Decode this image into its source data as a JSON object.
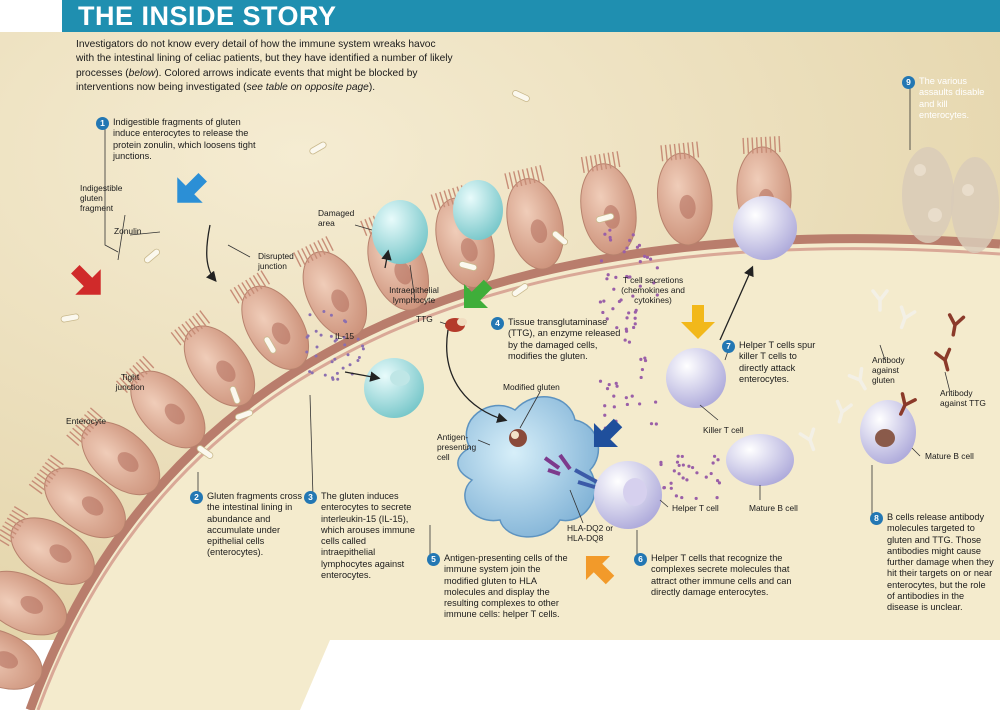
{
  "header": {
    "title": "THE INSIDE STORY",
    "intro_part1": "Investigators do not know every detail of how the immune system wreaks havoc with the intestinal lining of celiac patients, but they have identified a number of likely processes (",
    "intro_below": "below",
    "intro_part2": "). Colored arrows indicate events that might be blocked by interventions now being investigated (",
    "intro_link": "see table on opposite page",
    "intro_part3": ")."
  },
  "steps": [
    {
      "num": "1",
      "text": "Indigestible fragments of gluten induce enterocytes to release the protein zonulin, which loosens tight junctions."
    },
    {
      "num": "2",
      "text": "Gluten fragments cross the intestinal lining in abundance and accumulate under epithelial cells (enterocytes)."
    },
    {
      "num": "3",
      "text": "The gluten induces enterocytes to secrete interleukin-15 (IL-15), which arouses immune cells called intraepithelial lymphocytes against enterocytes."
    },
    {
      "num": "4",
      "text": "Tissue transglutaminase (TTG), an enzyme released by the damaged cells, modifies the gluten."
    },
    {
      "num": "5",
      "text": "Antigen-presenting cells of the immune system join the modified gluten to HLA molecules and display the resulting complexes to other immune cells: helper T cells."
    },
    {
      "num": "6",
      "text": "Helper T cells that recognize the complexes secrete molecules that attract other immune cells and can directly damage enterocytes."
    },
    {
      "num": "7",
      "text": "Helper T cells spur killer T cells to directly attack enterocytes."
    },
    {
      "num": "8",
      "text": "B cells release antibody molecules targeted to gluten and TTG. Those antibodies might cause further damage when they hit their targets on or near enterocytes, but the role of antibodies in the disease is unclear."
    },
    {
      "num": "9",
      "text": "The various assaults disable and kill enterocytes."
    }
  ],
  "labels": {
    "indigestible_fragment": "Indigestible gluten fragment",
    "zonulin": "Zonulin",
    "tight_junction": "Tight junction",
    "enterocyte": "Enterocyte",
    "disrupted_junction": "Disrupted junction",
    "damaged_area": "Damaged area",
    "intraepithelial_lymphocyte": "Intraepithelial lymphocyte",
    "il15": "IL-15",
    "ttg": "TTG",
    "t_cell_secretions": "T cell secretions (chemokines and cytokines)",
    "modified_gluten": "Modified gluten",
    "antigen_presenting_cell": "Antigen-presenting cell",
    "hla": "HLA-DQ2 or HLA-DQ8",
    "helper_t_cell": "Helper T cell",
    "killer_t_cell": "Killer T cell",
    "mature_b_cell_1": "Mature B cell",
    "mature_b_cell_2": "Mature B cell",
    "antibody_gluten": "Antibody against gluten",
    "antibody_ttg": "Antibody against TTG"
  },
  "colors": {
    "header": "#1f8fb0",
    "lumen": "#efe4c2",
    "tissue": "#f2e8c9",
    "enterocyte": "#dcae98",
    "basement": "#b97d6c",
    "arrow_blue": "#2b8fd6",
    "arrow_red": "#d02a2a",
    "arrow_green": "#3fae3a",
    "arrow_yellow": "#f2b81a",
    "arrow_navy": "#1f4f9c",
    "arrow_orange": "#f29a2a",
    "step_badge": "#2377b3"
  }
}
